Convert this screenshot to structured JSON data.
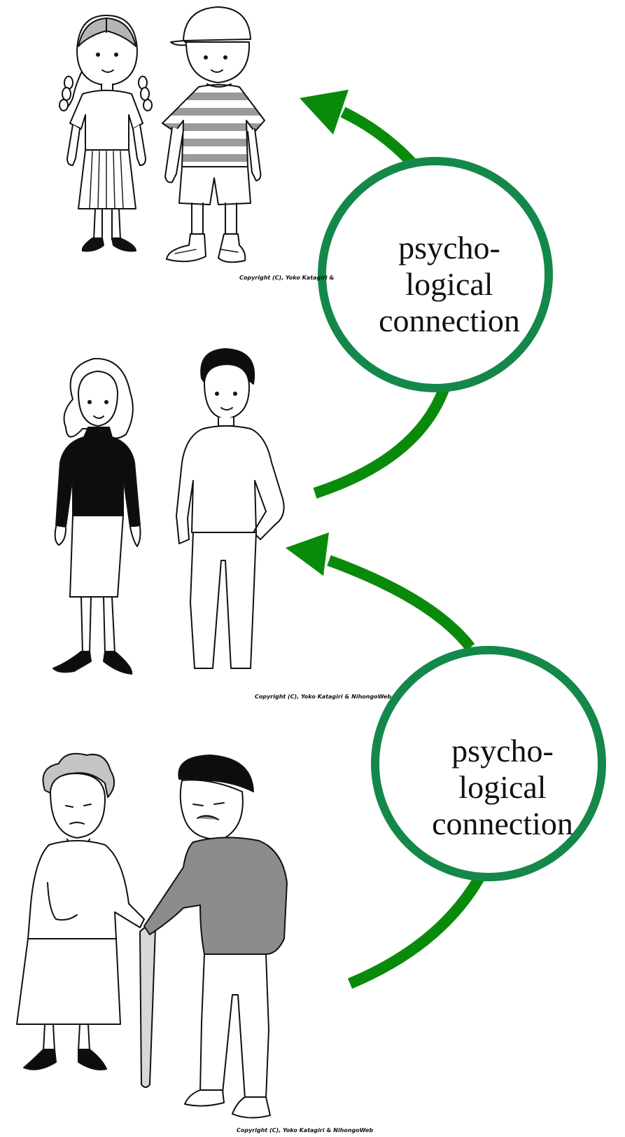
{
  "colors": {
    "arrow": "#0a8a0a",
    "circle": "#14884a",
    "ink": "#111111"
  },
  "connections": [
    {
      "line1": "psycho-",
      "line2": "logical",
      "line3": "connection"
    },
    {
      "line1": "psycho-",
      "line2": "logical",
      "line3": "connection"
    }
  ],
  "couples": [
    {
      "group": "children",
      "figures": [
        "girl-figure",
        "boy-figure"
      ]
    },
    {
      "group": "adults",
      "figures": [
        "woman-figure",
        "man-figure"
      ]
    },
    {
      "group": "elderly",
      "figures": [
        "elderly-woman-figure",
        "elderly-man-figure"
      ]
    }
  ],
  "copyrights": [
    "Copyright (C), Yoko Katagiri &",
    "Copyright (C), Yoko Katagiri & NihongoWeb",
    "Copyright (C), Yoko Katagiri & NihongoWeb"
  ]
}
